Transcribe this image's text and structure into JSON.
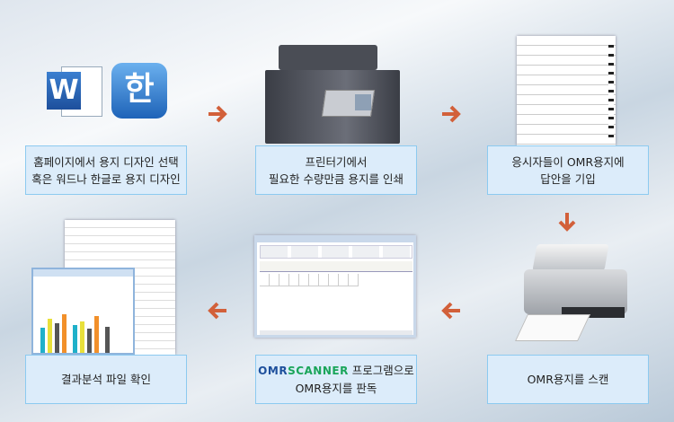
{
  "steps": [
    {
      "line1": "홈페이지에서 용지 디자인 선택",
      "line2": "혹은 워드나 한글로 용지 디자인"
    },
    {
      "line1": "프린터기에서",
      "line2": "필요한 수량만큼 용지를 인쇄"
    },
    {
      "line1": "응시자들이 OMR용지에",
      "line2": "답안을 기입"
    },
    {
      "line1": "OMR용지를 스캔"
    },
    {
      "brand_omr": "OMR",
      "brand_scanner": "SCANNER",
      "line1_rest": " 프로그램으로",
      "line2": "OMR용지를 판독"
    },
    {
      "line1": "결과분석 파일 확인"
    }
  ],
  "icons": {
    "word": "W",
    "hangul": "한"
  },
  "colors": {
    "arrow": "#d2603a",
    "box_bg": "#dcecfa",
    "box_border": "#8ccaf0"
  }
}
